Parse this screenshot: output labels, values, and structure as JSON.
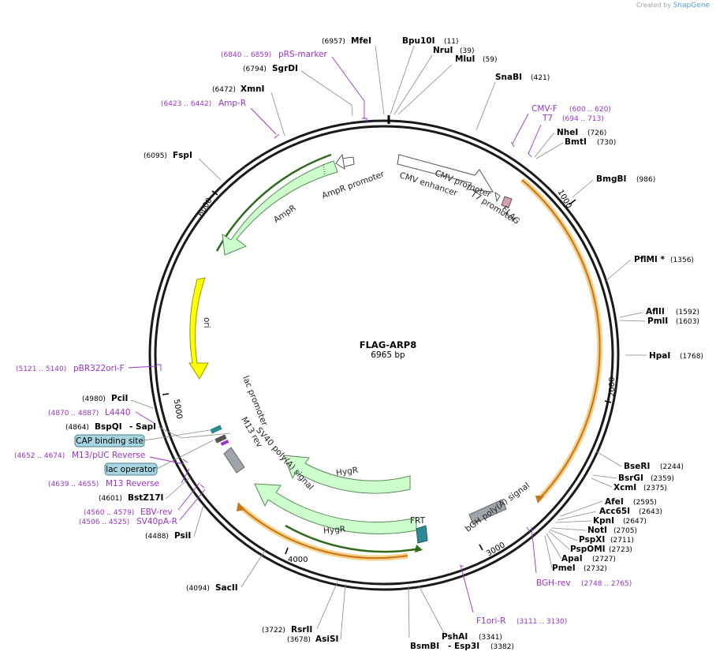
{
  "credit": {
    "prefix": "Created by",
    "brand": "SnapGene"
  },
  "plasmid": {
    "name": "FLAG-ARP8",
    "length_label": "6965 bp"
  },
  "ticks": [
    "1000",
    "2000",
    "3000",
    "4000",
    "5000",
    "6000"
  ],
  "enzymes": [
    {
      "name": "MfeI",
      "pos": "(6957)"
    },
    {
      "name": "Bpu10I",
      "pos": "(11)"
    },
    {
      "name": "NruI",
      "pos": "(39)"
    },
    {
      "name": "MluI",
      "pos": "(59)"
    },
    {
      "name": "SgrDI",
      "pos": "(6794)"
    },
    {
      "name": "SnaBI",
      "pos": "(421)"
    },
    {
      "name": "XmnI",
      "pos": "(6472)"
    },
    {
      "name": "NheI",
      "pos": "(726)"
    },
    {
      "name": "BmtI",
      "pos": "(730)"
    },
    {
      "name": "FspI",
      "pos": "(6095)"
    },
    {
      "name": "BmgBI",
      "pos": "(986)"
    },
    {
      "name": "PflMI *",
      "pos": "(1356)"
    },
    {
      "name": "AflII",
      "pos": "(1592)"
    },
    {
      "name": "PmlI",
      "pos": "(1603)"
    },
    {
      "name": "HpaI",
      "pos": "(1768)"
    },
    {
      "name": "PciI",
      "pos": "(4980)"
    },
    {
      "name": "BspQI",
      "pos": "(4864)"
    },
    {
      "name": "- SapI",
      "pos": ""
    },
    {
      "name": "BstZ17I",
      "pos": "(4601)"
    },
    {
      "name": "PsiI",
      "pos": "(4488)"
    },
    {
      "name": "SacII",
      "pos": "(4094)"
    },
    {
      "name": "RsrII",
      "pos": "(3722)"
    },
    {
      "name": "AsiSI",
      "pos": "(3678)"
    },
    {
      "name": "PshAI",
      "pos": "(3341)"
    },
    {
      "name": "BsmBI",
      "pos": ""
    },
    {
      "name": "- Esp3I",
      "pos": "(3382)"
    },
    {
      "name": "BseRI",
      "pos": "(2244)"
    },
    {
      "name": "BsrGI",
      "pos": "(2359)"
    },
    {
      "name": "XcmI",
      "pos": "(2375)"
    },
    {
      "name": "AfeI",
      "pos": "(2595)"
    },
    {
      "name": "Acc65I",
      "pos": "(2643)"
    },
    {
      "name": "KpnI",
      "pos": "(2647)"
    },
    {
      "name": "NotI",
      "pos": "(2705)"
    },
    {
      "name": "PspXI",
      "pos": "(2711)"
    },
    {
      "name": "PspOMI",
      "pos": "(2723)"
    },
    {
      "name": "ApaI",
      "pos": "(2727)"
    },
    {
      "name": "PmeI",
      "pos": "(2732)"
    }
  ],
  "primers": [
    {
      "name": "pRS-marker",
      "pos": "(6840 .. 6859)"
    },
    {
      "name": "Amp-R",
      "pos": "(6423 .. 6442)"
    },
    {
      "name": "CMV-F",
      "pos": "(600 .. 620)"
    },
    {
      "name": "T7",
      "pos": "(694 .. 713)"
    },
    {
      "name": "pBR322ori-F",
      "pos": "(5121 .. 5140)"
    },
    {
      "name": "L4440",
      "pos": "(4870 .. 4887)"
    },
    {
      "name": "M13/pUC Reverse",
      "pos": "(4652 .. 4674)"
    },
    {
      "name": "M13 Reverse",
      "pos": "(4639 .. 4655)"
    },
    {
      "name": "EBV-rev",
      "pos": "(4560 .. 4579)"
    },
    {
      "name": "SV40pA-R",
      "pos": "(4506 .. 4525)"
    },
    {
      "name": "BGH-rev",
      "pos": "(2748 .. 2765)"
    },
    {
      "name": "F1ori-R",
      "pos": "(3111 .. 3130)"
    }
  ],
  "boxed_features": [
    "CAP binding site",
    "lac operator"
  ],
  "features": {
    "ampr_promoter": "AmpR promoter",
    "ampr": "AmpR",
    "cmv_enhancer": "CMV enhancer",
    "cmv_promoter": "CMV promoter",
    "t7_promoter": "T7 promoter",
    "flag": "FLAG",
    "ori": "ori",
    "lac_promoter": "lac promoter",
    "m13_rev": "M13 rev",
    "sv40_polya": "SV40 poly(A) signal",
    "hygr_1": "HygR",
    "hygr_2": "HygR",
    "frt": "FRT",
    "bgh_polya": "bGH poly(A) signal"
  },
  "colors": {
    "backbone": "#1a1a1a",
    "primer": "#9a33cc",
    "hygr": "#ccffcc",
    "ori": "#ffff00",
    "orf": "#e0a050",
    "ampr": "#ccffcc",
    "promoter": "#ffffff",
    "grey_feature": "#a0a4ab",
    "frt_teal": "#2b8a96"
  }
}
